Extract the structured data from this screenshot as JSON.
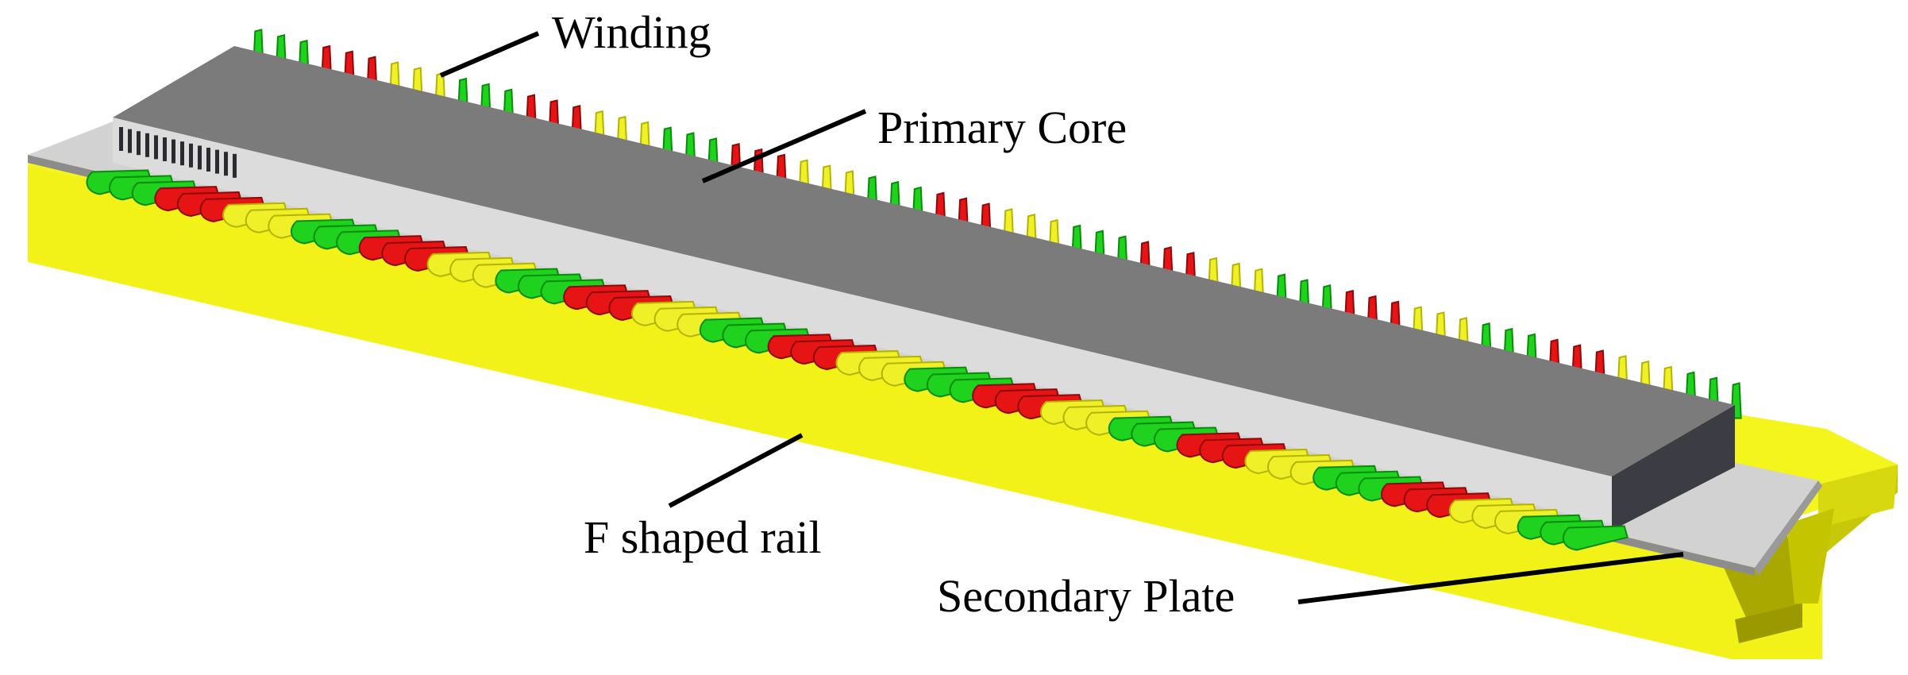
{
  "figure": {
    "subject": "Linear induction motor on F shaped rail",
    "labels": {
      "winding": "Winding",
      "primary_core": "Primary Core",
      "f_rail": "F shaped rail",
      "secondary_plate": "Secondary Plate"
    },
    "colors": {
      "background": "#ffffff",
      "rail": "#f5f51e",
      "rail_shade": "#c8c80a",
      "rail_dark": "#a0a000",
      "secondary_plate": "#d2d2d2",
      "secondary_plate_edge": "#8c8c8c",
      "core_top": "#7b7b7b",
      "core_front": "#dcdcdc",
      "core_end": "#3c3c44",
      "slot_dark": "#2a2a30",
      "coil_green": "#1ed21e",
      "coil_green_dark": "#0a8c0a",
      "coil_red": "#e61414",
      "coil_red_dark": "#8c0a0a",
      "coil_yellow": "#f0f028",
      "coil_yellow_dark": "#b4b400"
    },
    "winding_phase_sequence": [
      "green",
      "red",
      "yellow"
    ],
    "coils_per_phase_group": 3,
    "coil_count": 66
  }
}
